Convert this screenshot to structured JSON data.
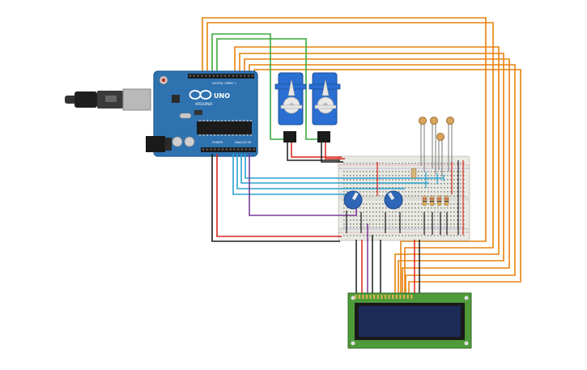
{
  "arduino": {
    "brand": "ARDUINO",
    "model": "UNO",
    "digital_label": "DIGITAL (PWM~)",
    "power_label": "POWER",
    "analog_label": "ANALOG IN"
  },
  "colors": {
    "board": "#2e72b0",
    "board_dark": "#1f5a92",
    "orange_wire": "#e8820e",
    "green_wire": "#3aa83a",
    "cyan_wire": "#2ba1cf",
    "purple_wire": "#7a3a9a",
    "red_wire": "#d9261c",
    "black_wire": "#1a1a1a",
    "servo": "#2a6fd1",
    "breadboard": "#e9e9e4",
    "lcd_pcb": "#4f9a3a",
    "lcd_screen": "#1c2b58",
    "pot_knob": "#2e65b6"
  },
  "components": [
    {
      "name": "usb-cable",
      "icon": "usb-plug-icon"
    },
    {
      "name": "servo-1",
      "icon": "servo-icon"
    },
    {
      "name": "servo-2",
      "icon": "servo-icon"
    },
    {
      "name": "photoresistor",
      "icon": "ldr-icon"
    },
    {
      "name": "potentiometer",
      "icon": "knob-icon"
    },
    {
      "name": "lcd-16x2",
      "icon": "lcd-icon"
    }
  ]
}
